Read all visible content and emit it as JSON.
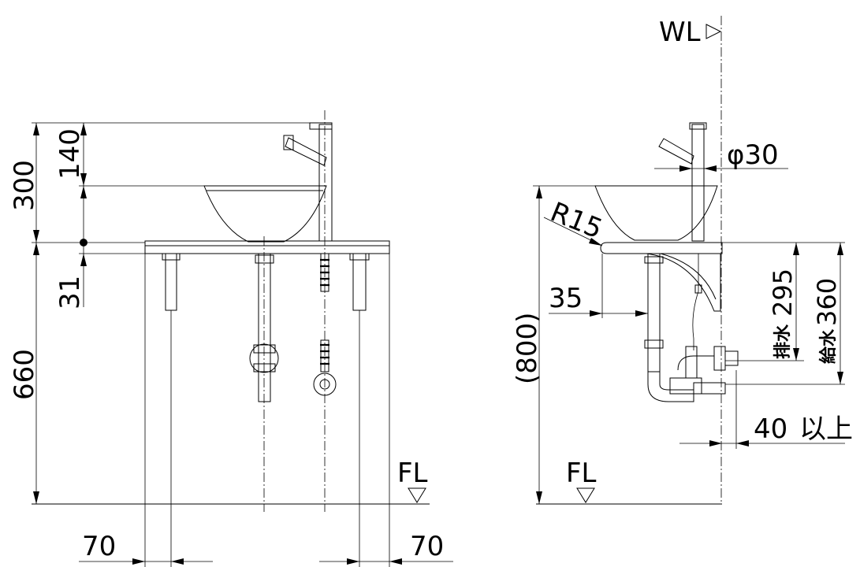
{
  "front_view": {
    "dim_300": "300",
    "dim_140": "140",
    "dim_31": "31",
    "dim_660": "660",
    "dim_70_left": "70",
    "dim_70_right": "70",
    "floor_label": "FL"
  },
  "side_view": {
    "water_level_label": "WL",
    "dim_diameter": "φ30",
    "dim_radius": "R15",
    "dim_35": "35",
    "dim_800": "(800)",
    "drain_label": "排水",
    "drain_value": "295",
    "supply_label": "給水",
    "supply_value": "360",
    "dim_40": "40",
    "dim_40_note": "以上",
    "floor_label": "FL"
  }
}
